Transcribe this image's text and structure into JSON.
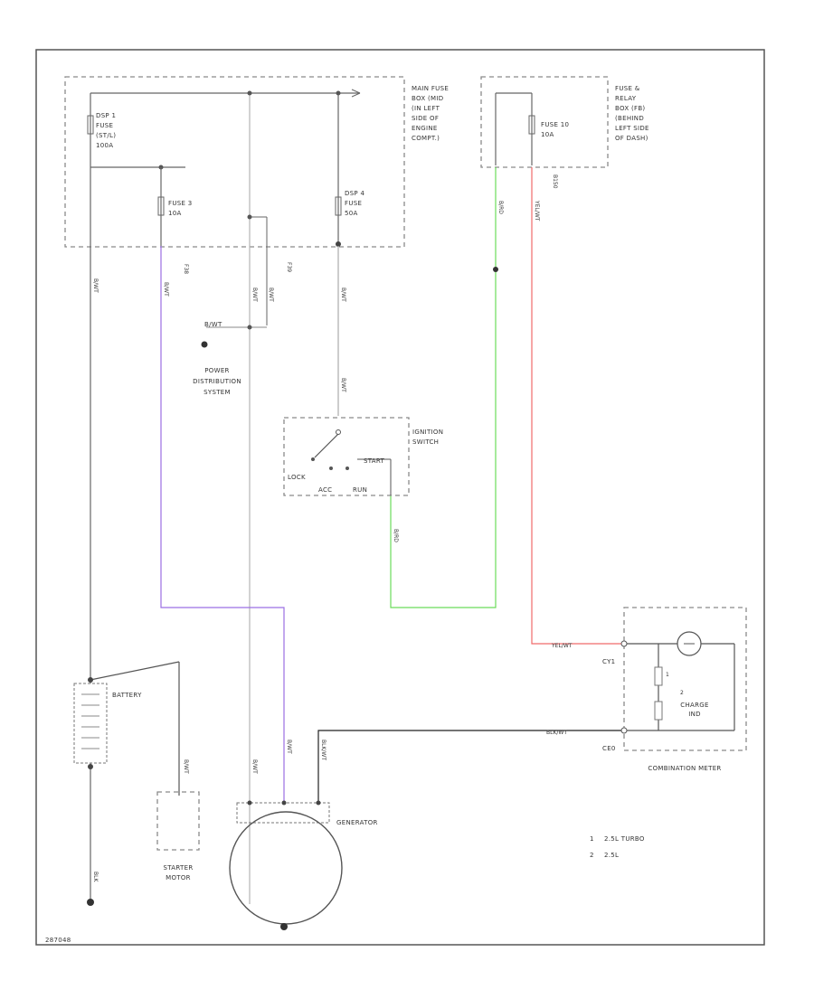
{
  "colors": {
    "purple": "#9b6fe3",
    "green": "#6bdc5a",
    "red": "#f06a6a",
    "black": "#222222",
    "gray": "#666666",
    "light": "#b4b4b4",
    "frame": "#555555"
  },
  "main_fuse_box": {
    "title_lines": [
      "MAIN FUSE",
      "BOX (MID",
      "(IN LEFT",
      "SIDE OF",
      "ENGINE",
      "COMPT.)"
    ],
    "fuse_main": [
      "DSP 1",
      "FUSE",
      "(ST/L)",
      "100A"
    ],
    "fuse_3": [
      "FUSE 3",
      "10A"
    ],
    "fuse_4": [
      "DSP 4",
      "FUSE",
      "50A"
    ]
  },
  "relay_box": {
    "title_lines": [
      "FUSE &",
      "RELAY",
      "BOX (FB)",
      "(BEHIND",
      "LEFT SIDE",
      "OF DASH)"
    ],
    "fuse_10": [
      "FUSE 10",
      "10A"
    ]
  },
  "ignition_switch": {
    "title_lines": [
      "IGNITION",
      "SWITCH"
    ],
    "positions": [
      "LOCK",
      "ACC",
      "RUN",
      "START"
    ]
  },
  "battery_label": "BATTERY",
  "starter_label": [
    "STARTER",
    "MOTOR"
  ],
  "generator_label": "GENERATOR",
  "power_distribution": [
    "POWER",
    "DISTRIBUTION",
    "SYSTEM"
  ],
  "start_terminal": "B/WT",
  "combination_meter": {
    "label": "COMBINATION METER",
    "pin_top": "CY1",
    "pin_bottom": "CE0",
    "lamp_lines": [
      "CHARGE",
      "IND"
    ],
    "indices": [
      "1",
      "2"
    ]
  },
  "legend": [
    {
      "num": "1",
      "text": "2.5L TURBO"
    },
    {
      "num": "2",
      "text": "2.5L"
    }
  ],
  "connectors": [
    "F38",
    "F39",
    "B150"
  ],
  "wire_labels": {
    "batt": "B/WT",
    "purple": "B/WT",
    "green_top": "B/RD",
    "green_bottom": "B/RD",
    "red_top": "YEL/WT",
    "red_bottom": "YEL/WT",
    "black_meter": "BLK/WT",
    "gen_b": "BLK/WT",
    "gen_w": "B/WT",
    "gen_l": "B/WT",
    "fuse_out": "B/WT",
    "fuse4_out": "B/WT",
    "start_wire": "B/WT",
    "starter": "B/WT",
    "ground": "BLK",
    "plus1": "B/WT",
    "plus2": "B/WT"
  },
  "corner_code": "287048"
}
